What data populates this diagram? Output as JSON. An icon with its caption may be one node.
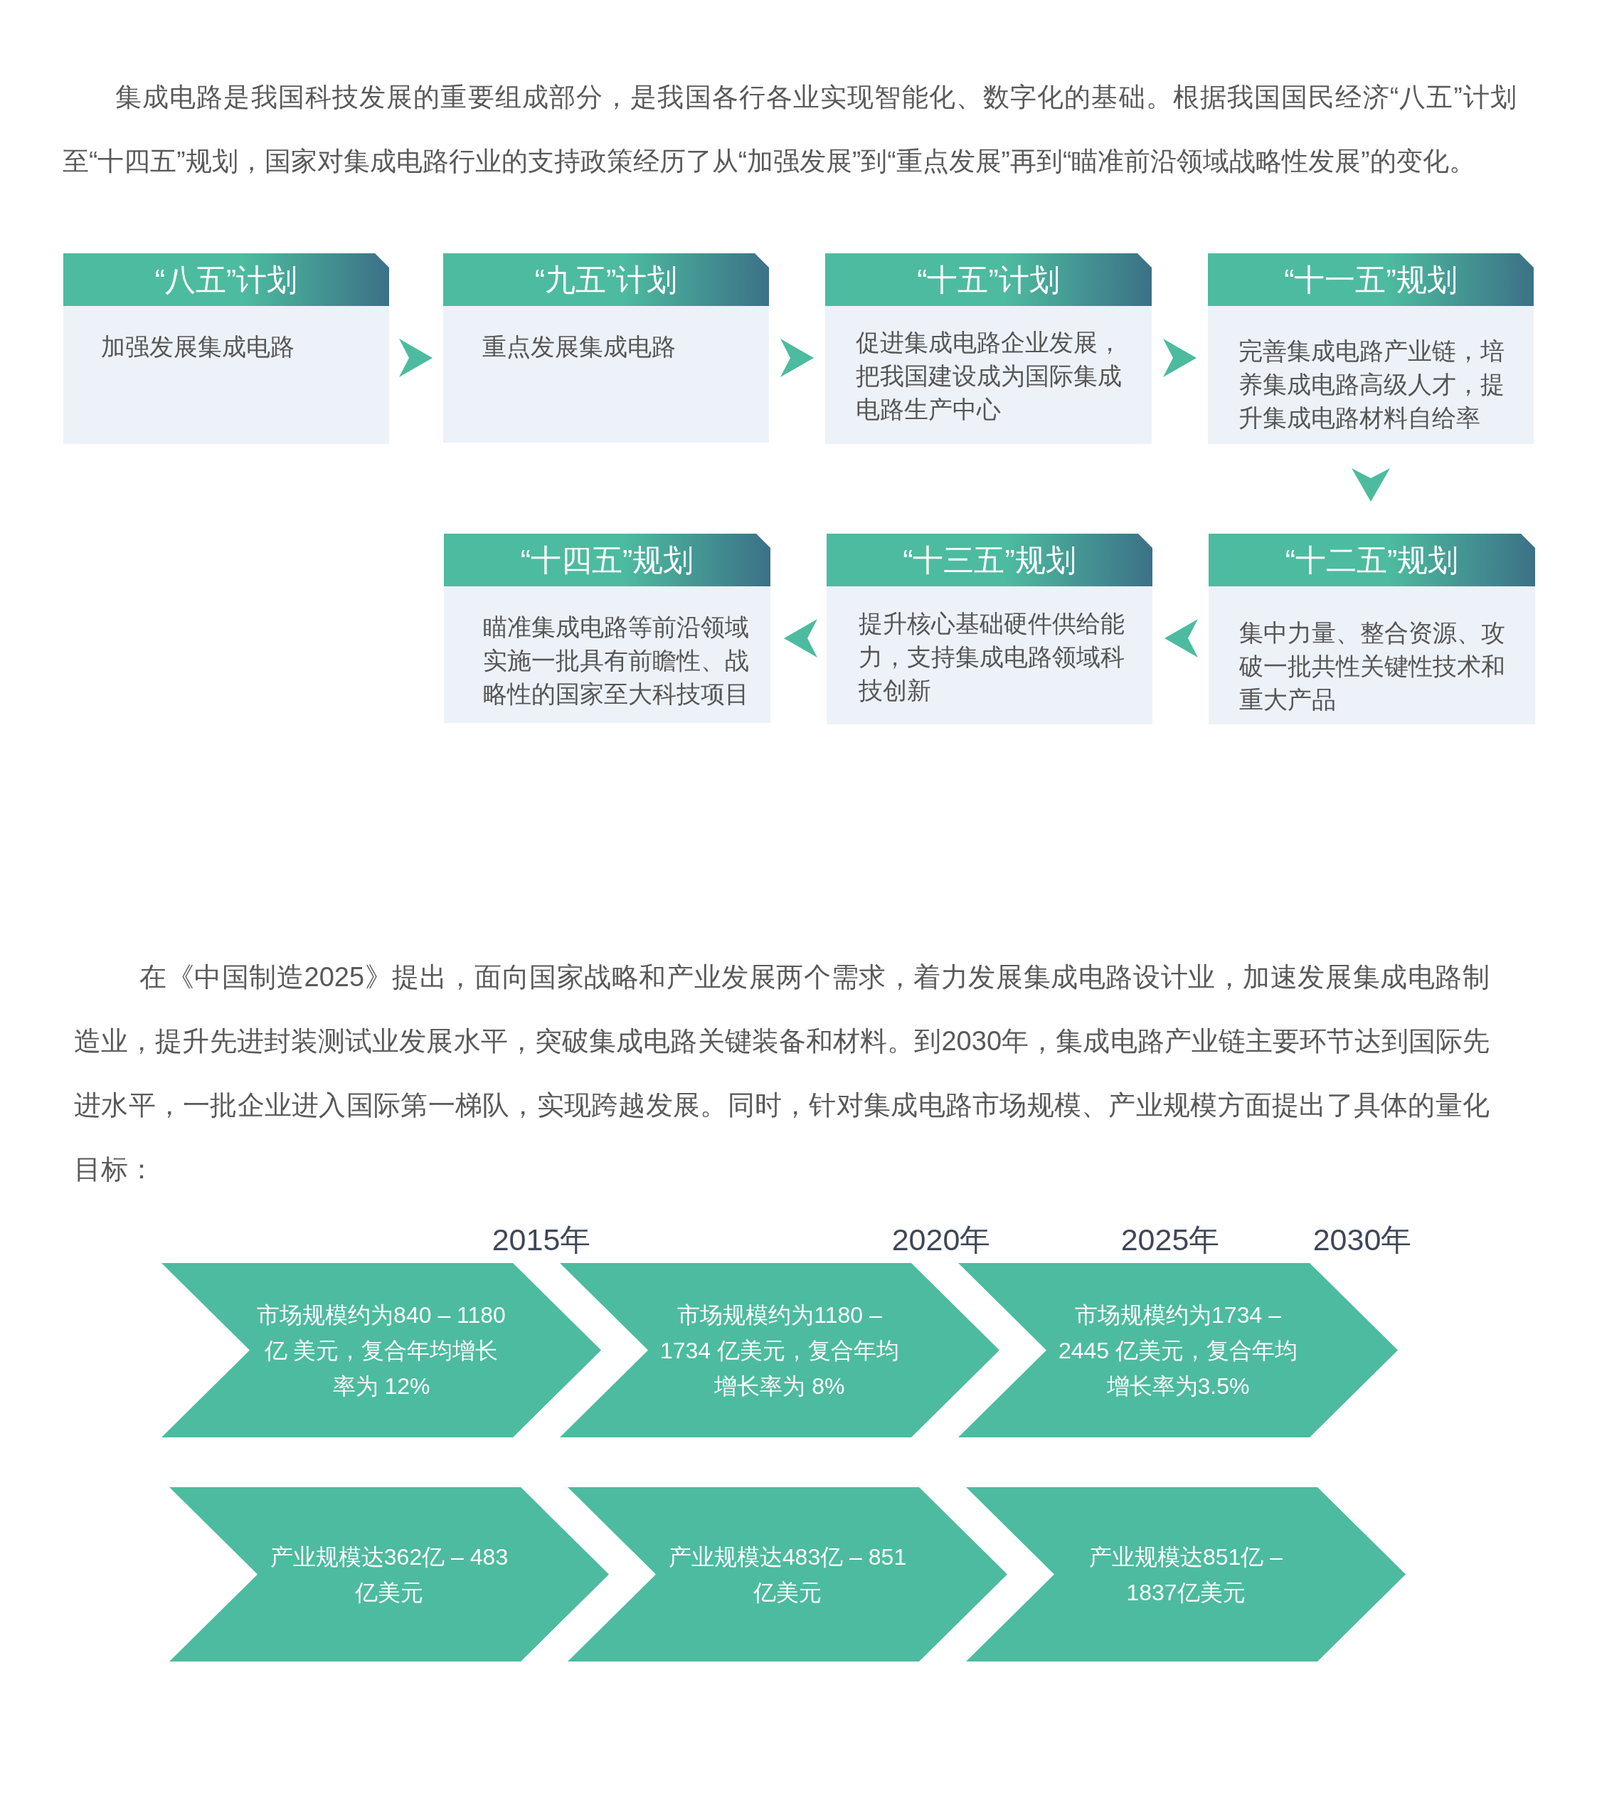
{
  "diagram": {
    "nodes": [
      {
        "text": [
          "“八五”计划",
          "加强发展集成电路"
        ]
      },
      {
        "text": [
          "“九五”计划",
          "重点发展集成电路"
        ]
      },
      {
        "text": [
          "“十五”计划",
          "促进集成电路企业发展，把我国建设成为国际集成电路生产中心"
        ]
      },
      {
        "text": [
          "“十一五”规划",
          "完善集成电路产业链，培养集成电路高级人才，提升集成电路材料自给率"
        ]
      },
      {
        "text": [
          "“十二五”规划",
          "集中力量、整合资源、攻破一批共性关键性技术和重大产品"
        ]
      },
      {
        "text": [
          "“十三五”规划",
          "提升核心基础硬件供给能力，支持集成电路领域科技创新"
        ]
      },
      {
        "text": [
          "“十四五”规划",
          "瞄准集成电路等前沿领域实施一批具有前瞻性、战略性的国家至大科技项目"
        ]
      },
      {
        "text": [
          "市场规模约为840 – 1180 亿 美元，复合年均增长率为 12%"
        ]
      },
      {
        "text": [
          "市场规模约为1180 – 1734 亿美元，复合年均增长率为 8%"
        ]
      },
      {
        "text": [
          "市场规模约为1734 – 2445 亿美元，复合年均增长率为3.5%"
        ]
      },
      {
        "text": [
          "产业规模达362亿 – 483亿美元"
        ]
      },
      {
        "text": [
          "产业规模达483亿 – 851亿美元"
        ]
      },
      {
        "text": [
          "产业规模达851亿 – 1837亿美元"
        ]
      }
    ],
    "edges": [
      {
        "from": 0,
        "to": 1,
        "arrow": "to"
      },
      {
        "from": 1,
        "to": 2,
        "arrow": "to"
      },
      {
        "from": 2,
        "to": 3,
        "arrow": "to"
      },
      {
        "from": 3,
        "to": 4,
        "arrow": "to"
      },
      {
        "from": 4,
        "to": 5,
        "arrow": "to"
      },
      {
        "from": 5,
        "to": 6,
        "arrow": "to"
      }
    ],
    "labels": [
      "集成电路是我国科技发展的重要组成部分，是我国各行各业实现智能化、数字化的基础。根据我国国民经济“八五”计划至“十四五”规划，国家对集成电路行业的支持政策经历了从“加强发展”到“重点发展”再到“瞄准前沿领域战略性发展”的变化。",
      "在《中国制造2025》提出，面向国家战略和产业发展两个需求，着力发展集成电路设计业，加速发展集成电路制造业，提升先进封装测试业发展水平，突破集成电路关键装备和材料。到2030年，集成电路产业链主要环节达到国际先进水平，一批企业进入国际第一梯队，实现跨越发展。同时，针对集成电路市场规模、产业规模方面提出了具体的量化目标：",
      "2015年",
      "2020年",
      "2025年",
      "2030年"
    ]
  }
}
